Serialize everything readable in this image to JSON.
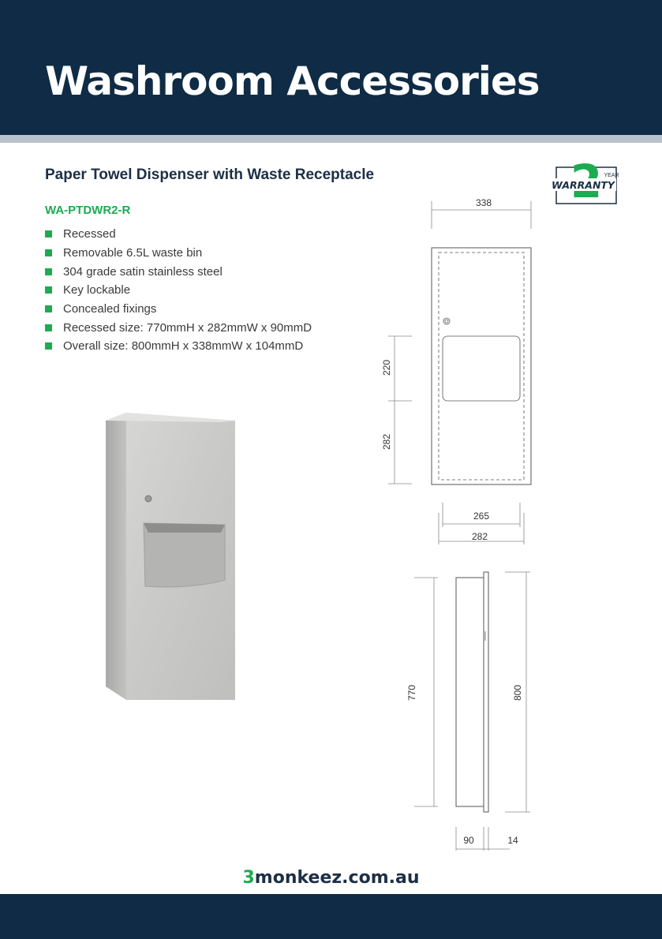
{
  "header": {
    "title": "Washroom Accessories"
  },
  "product": {
    "name": "Paper Towel Dispenser with Waste Receptacle",
    "code": "WA-PTDWR2-R",
    "features": [
      "Recessed",
      "Removable 6.5L waste bin",
      "304 grade satin stainless steel",
      "Key lockable",
      "Concealed fixings",
      "Recessed size: 770mmH x 282mmW x 90mmD",
      "Overall size: 800mmH x 338mmW x 104mmD"
    ]
  },
  "warranty": {
    "number": "2",
    "year_label": "YEAR",
    "label": "WARRANTY"
  },
  "drawing": {
    "front": {
      "width_overall": "338",
      "height_upper": "220",
      "height_lower": "282",
      "inner_width": "265",
      "recess_width": "282"
    },
    "side": {
      "recess_height": "770",
      "overall_height": "800",
      "depth": "90",
      "flange": "14"
    }
  },
  "footer": {
    "brand_number": "3",
    "brand_text": "monkeez.com.au"
  },
  "colors": {
    "navy": "#0f2b45",
    "accent_green": "#1eaa50",
    "stripe": "#b8c2cc"
  }
}
